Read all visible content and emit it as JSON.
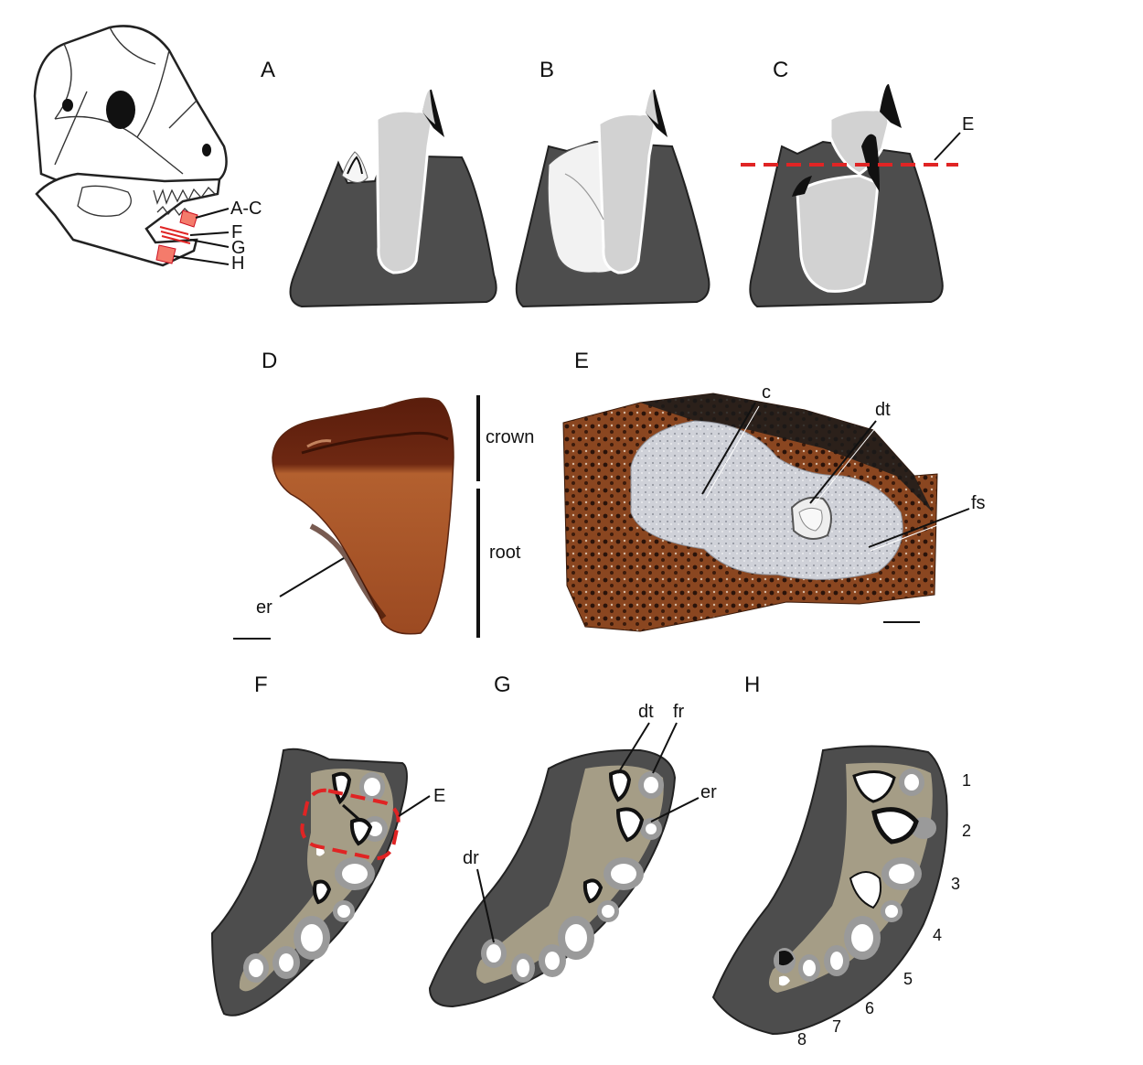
{
  "panels": {
    "A": "A",
    "B": "B",
    "C": "C",
    "D": "D",
    "E": "E",
    "F": "F",
    "G": "G",
    "H": "H"
  },
  "skull_labels": {
    "ac": "A-C",
    "f": "F",
    "g": "G",
    "h": "H"
  },
  "panel_c": {
    "section_label": "E"
  },
  "panel_d": {
    "crown": "crown",
    "root": "root",
    "er": "er"
  },
  "panel_e": {
    "c": "c",
    "dt": "dt",
    "fs": "fs"
  },
  "panel_f": {
    "section_label": "E"
  },
  "panel_g": {
    "dt": "dt",
    "fr": "fr",
    "er": "er",
    "dr": "dr"
  },
  "panel_h": {
    "positions": [
      "1",
      "2",
      "3",
      "4",
      "5",
      "6",
      "7",
      "8"
    ]
  },
  "colors": {
    "jaw": "#4d4d4d",
    "tooth": "#d2d2d2",
    "khaki": "#a59d86",
    "section_line": "#e02424",
    "specimen_d": "#a8542b",
    "specimen_e_bone": "#7a3a18"
  }
}
